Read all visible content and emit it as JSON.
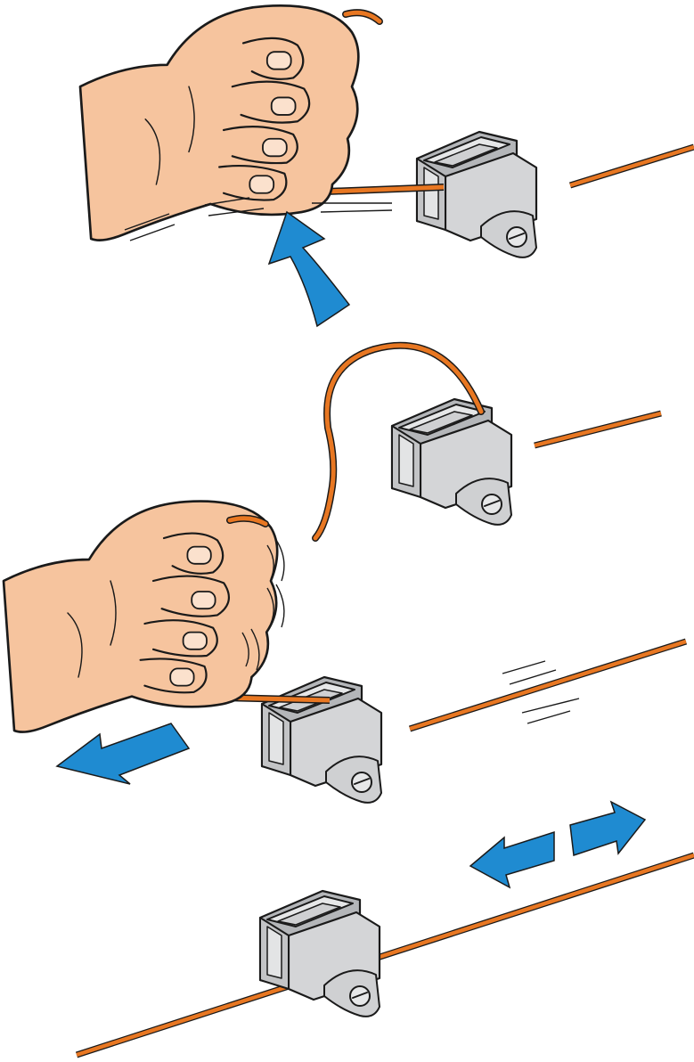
{
  "illustration": {
    "steps": [
      {
        "id": 1,
        "action": "hook-wire-up",
        "arrow_direction": "up"
      },
      {
        "id": 2,
        "action": "wire-loose-loop"
      },
      {
        "id": 3,
        "action": "pull-wire-left",
        "arrow_direction": "left"
      },
      {
        "id": 4,
        "action": "wire-locked-adjustable",
        "arrow_direction": "left-right"
      }
    ]
  },
  "colors": {
    "wire": "#e87722",
    "skin": "#f6c49e",
    "arrow": "#1f8bd1",
    "clamp_face": "#cfd0d2",
    "clamp_side": "#b4b6b9",
    "outline": "#1a1a1a"
  },
  "icons": [
    "hand",
    "wire-clamp",
    "blue-arrow",
    "screw"
  ]
}
